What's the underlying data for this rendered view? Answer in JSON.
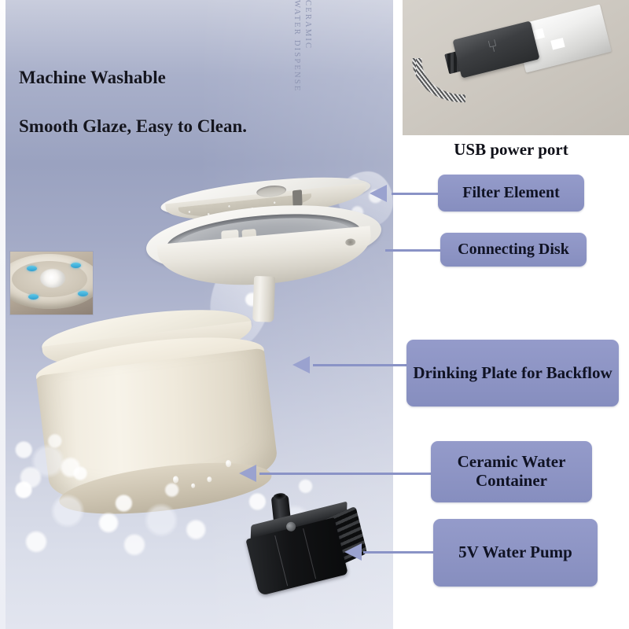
{
  "theme": {
    "callout_bg": "#8d94c4",
    "callout_text": "#101324",
    "leader_color": "#8a93c6",
    "arrow_color": "#9aa2cf",
    "headline_text": "#15161f",
    "panel_bg_top": "#c9cddd",
    "panel_bg_mid": "#9aa2c0",
    "panel_bg_bottom": "#e2e5ef",
    "ceramic_color": "#f2ede1",
    "pump_color": "#121315",
    "usb_inset_bg": "#cdc8c0",
    "inset_accent_blue": "#2f9fd0"
  },
  "photo_panel": {
    "brand_vertical": {
      "line1": "CERAMIC",
      "line2": "WATER DISPENSE"
    },
    "headlines": [
      {
        "text": "Machine Washable"
      },
      {
        "text": "Smooth Glaze, Easy to Clean."
      }
    ],
    "inset_photo": {
      "name": "fountain-top-water-inset",
      "description": "Ceramic fountain top with bubbling water"
    },
    "parts": [
      {
        "name": "filter-element",
        "label": "Filter Element"
      },
      {
        "name": "connecting-disk",
        "label": "Connecting Disk"
      },
      {
        "name": "ceramic-container",
        "label": "Ceramic Water Container"
      },
      {
        "name": "water-pump",
        "label": "5V Water Pump"
      }
    ]
  },
  "right_column": {
    "usb_inset": {
      "caption": "USB power port",
      "usb_logo_glyph": "⑂"
    },
    "callouts": [
      {
        "id": "filter",
        "label": "Filter Element"
      },
      {
        "id": "disk",
        "label": "Connecting Disk"
      },
      {
        "id": "drinking",
        "label": "Drinking Plate for Backflow"
      },
      {
        "id": "ceramic",
        "label": "Ceramic Water Container"
      },
      {
        "id": "pump",
        "label": "5V Water Pump"
      }
    ]
  }
}
